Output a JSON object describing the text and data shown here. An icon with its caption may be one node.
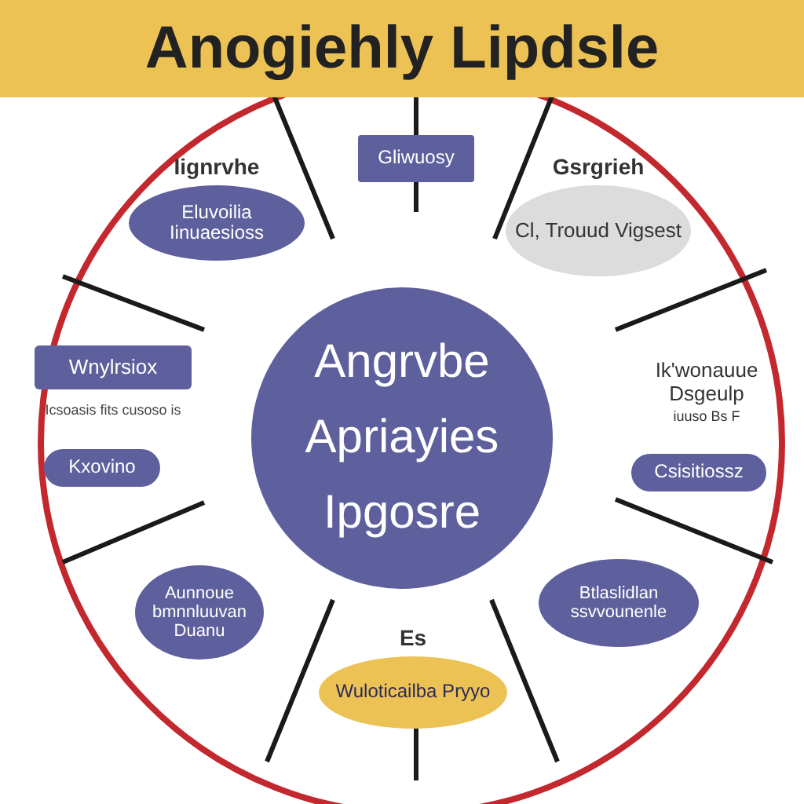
{
  "diagram": {
    "title": "Anogiehly Lipdsle",
    "nodes": [
      {
        "text": [
          "Angrvbe Apriayies Ipgosre"
        ]
      },
      {
        "text": [
          "Gliwuosy"
        ]
      },
      {
        "text": [
          "Iignrvhe",
          "Eluvoilia Iinuaesioss"
        ]
      },
      {
        "text": [
          "Gsrgrieh",
          "Cl, Trouud Vigsest"
        ]
      },
      {
        "text": [
          "Wnylrsiox"
        ],
        "beside": [
          "Icsoasis fits cusoso is"
        ]
      },
      {
        "text": [
          "Kxovino"
        ]
      },
      {
        "text": [
          "Csisitiossz"
        ]
      },
      {
        "text": [
          "Aunnoue bmnnluuvan Duanu"
        ]
      },
      {
        "text": [
          "Btlaslidlan ssvvounenle"
        ]
      },
      {
        "text": [
          "Es",
          "Wuloticailba Pryyo"
        ]
      }
    ],
    "edges": [],
    "labels": [
      "Ik'wonauue Dsgeulp",
      "iuuso Bs F"
    ]
  }
}
